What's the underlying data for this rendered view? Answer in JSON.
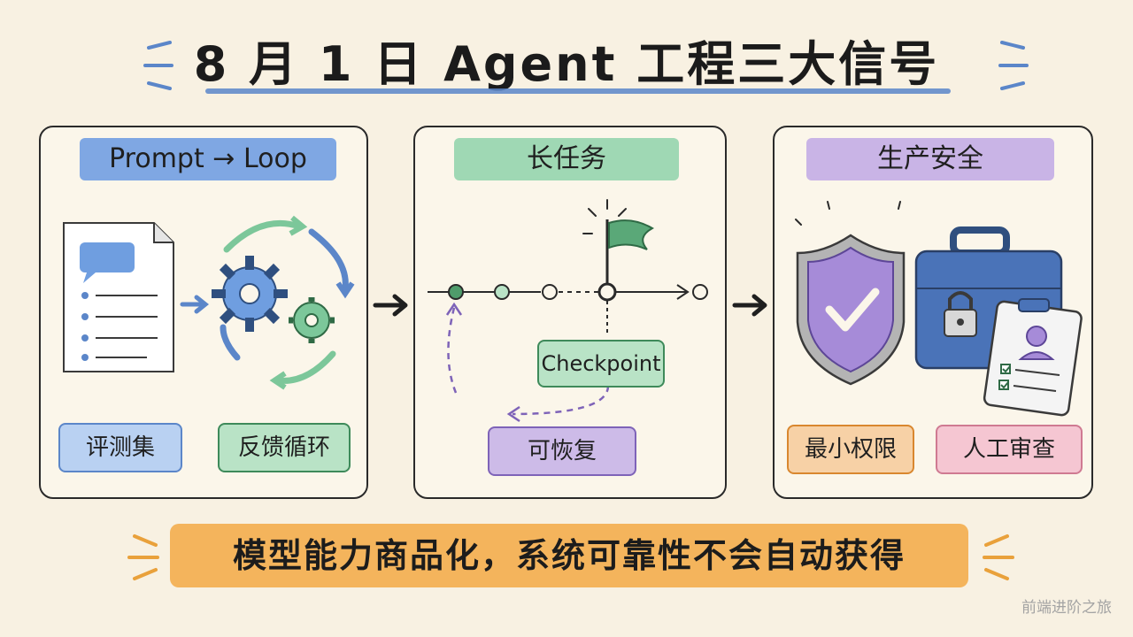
{
  "title": "8 月 1 日 Agent 工程三大信号",
  "panels": [
    {
      "title": "Prompt → Loop",
      "chips": [
        "评测集",
        "反馈循环"
      ]
    },
    {
      "title": "长任务",
      "checkpoint_label": "Checkpoint",
      "chips": [
        "可恢复"
      ]
    },
    {
      "title": "生产安全",
      "chips": [
        "最小权限",
        "人工审查"
      ]
    }
  ],
  "banner": "模型能力商品化，系统可靠性不会自动获得",
  "watermark": "前端进阶之旅",
  "colors": {
    "blue": "#7fa7e3",
    "green": "#9fd8b4",
    "purple": "#c9b4e6",
    "orange": "#f4b45c",
    "pink": "#f5c6d2"
  },
  "icons": [
    "document-icon",
    "gear-loop-icon",
    "flag-icon",
    "shield-check-icon",
    "lock-briefcase-icon",
    "id-badge-icon"
  ]
}
